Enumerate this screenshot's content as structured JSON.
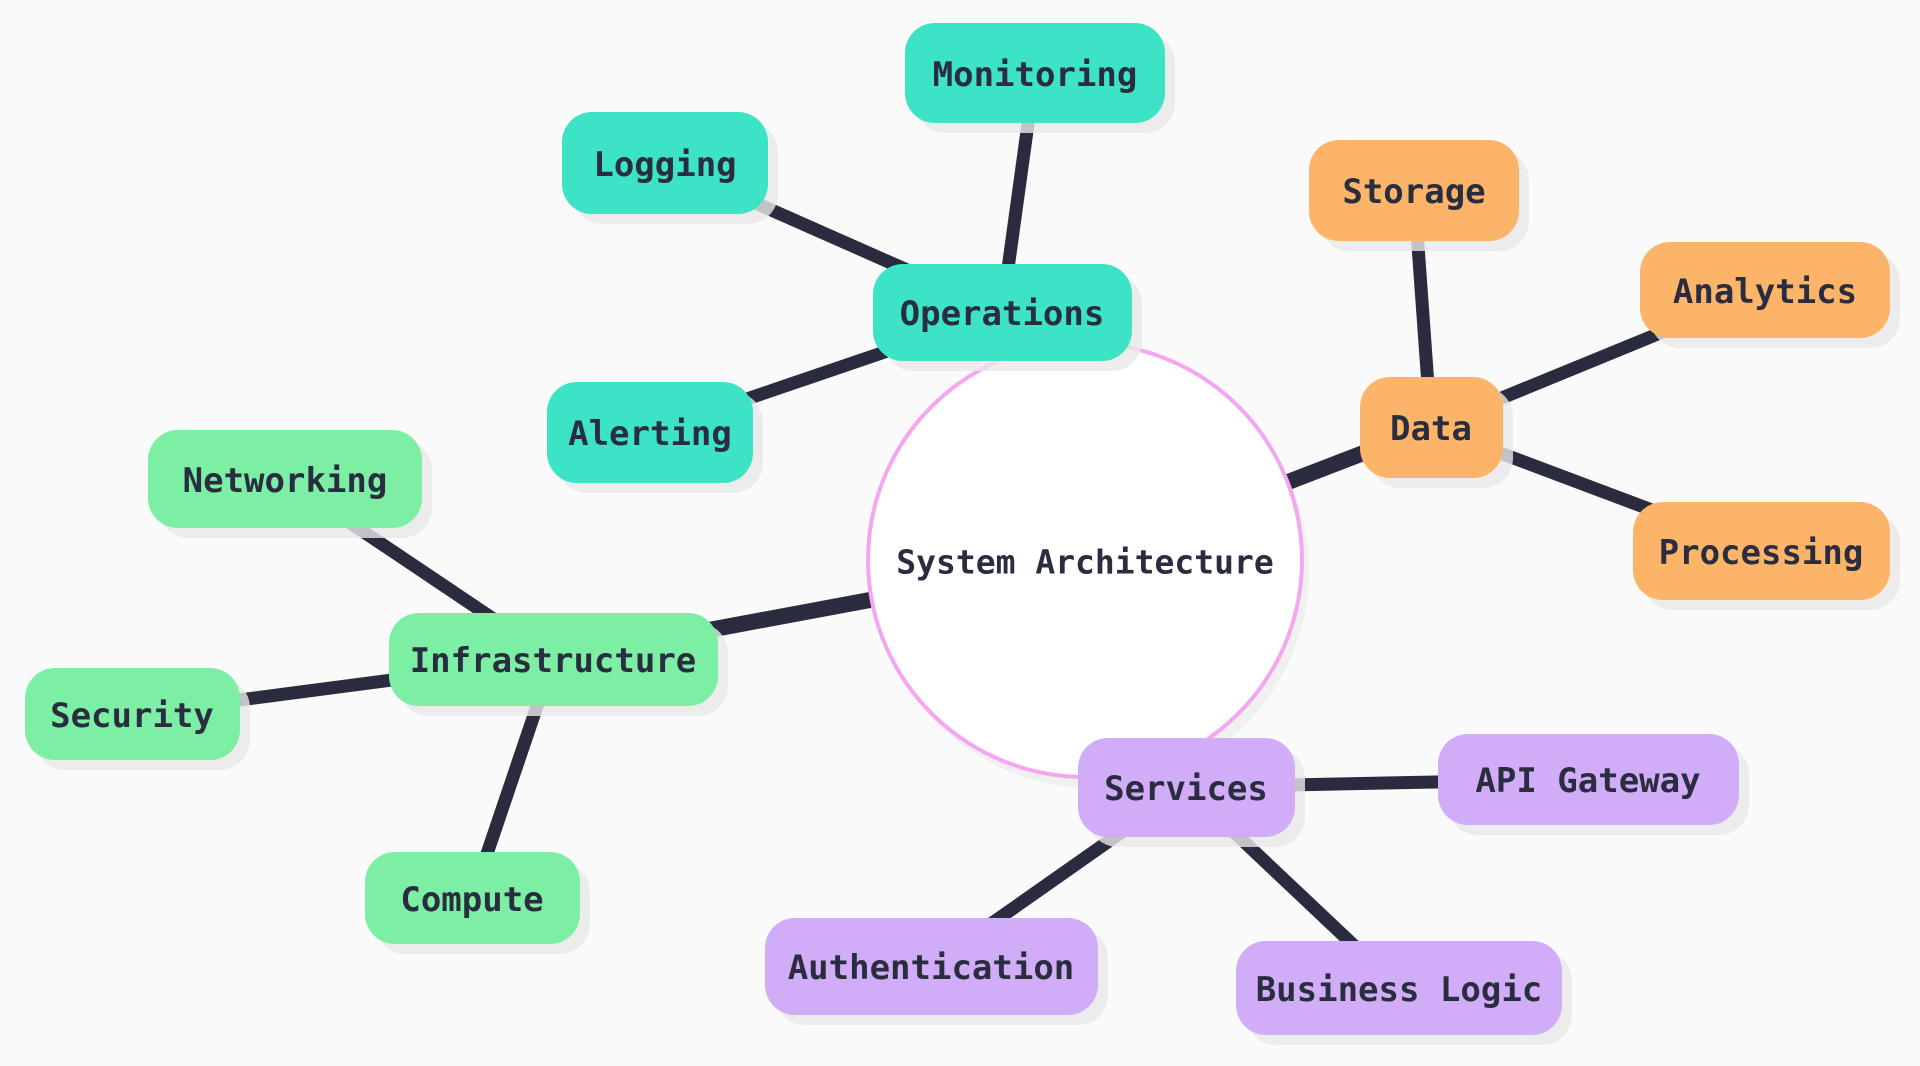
{
  "diagram": {
    "type": "mindmap",
    "center": {
      "label": "System Architecture"
    },
    "branches": [
      {
        "id": "operations",
        "label": "Operations",
        "color": "#3ce4c5",
        "children": [
          {
            "id": "monitoring",
            "label": "Monitoring"
          },
          {
            "id": "logging",
            "label": "Logging"
          },
          {
            "id": "alerting",
            "label": "Alerting"
          }
        ]
      },
      {
        "id": "data",
        "label": "Data",
        "color": "#fcb568",
        "children": [
          {
            "id": "storage",
            "label": "Storage"
          },
          {
            "id": "analytics",
            "label": "Analytics"
          },
          {
            "id": "processing",
            "label": "Processing"
          }
        ]
      },
      {
        "id": "infrastructure",
        "label": "Infrastructure",
        "color": "#7cefa4",
        "children": [
          {
            "id": "networking",
            "label": "Networking"
          },
          {
            "id": "security",
            "label": "Security"
          },
          {
            "id": "compute",
            "label": "Compute"
          }
        ]
      },
      {
        "id": "services",
        "label": "Services",
        "color": "#d1acf7",
        "children": [
          {
            "id": "api-gateway",
            "label": "API Gateway"
          },
          {
            "id": "authentication",
            "label": "Authentication"
          },
          {
            "id": "business-logic",
            "label": "Business Logic"
          }
        ]
      }
    ]
  },
  "palette": {
    "teal": "#3ce4c5",
    "orange": "#fcb568",
    "green": "#7cefa4",
    "purple": "#d1acf7",
    "connector": "#2b2b40",
    "text": "#2a2d3f",
    "center_circle_stroke": "#f4a6f1",
    "center_circle_fill": "#ffffff",
    "background": "#fafafa",
    "shadow": "#e9e9e9"
  }
}
